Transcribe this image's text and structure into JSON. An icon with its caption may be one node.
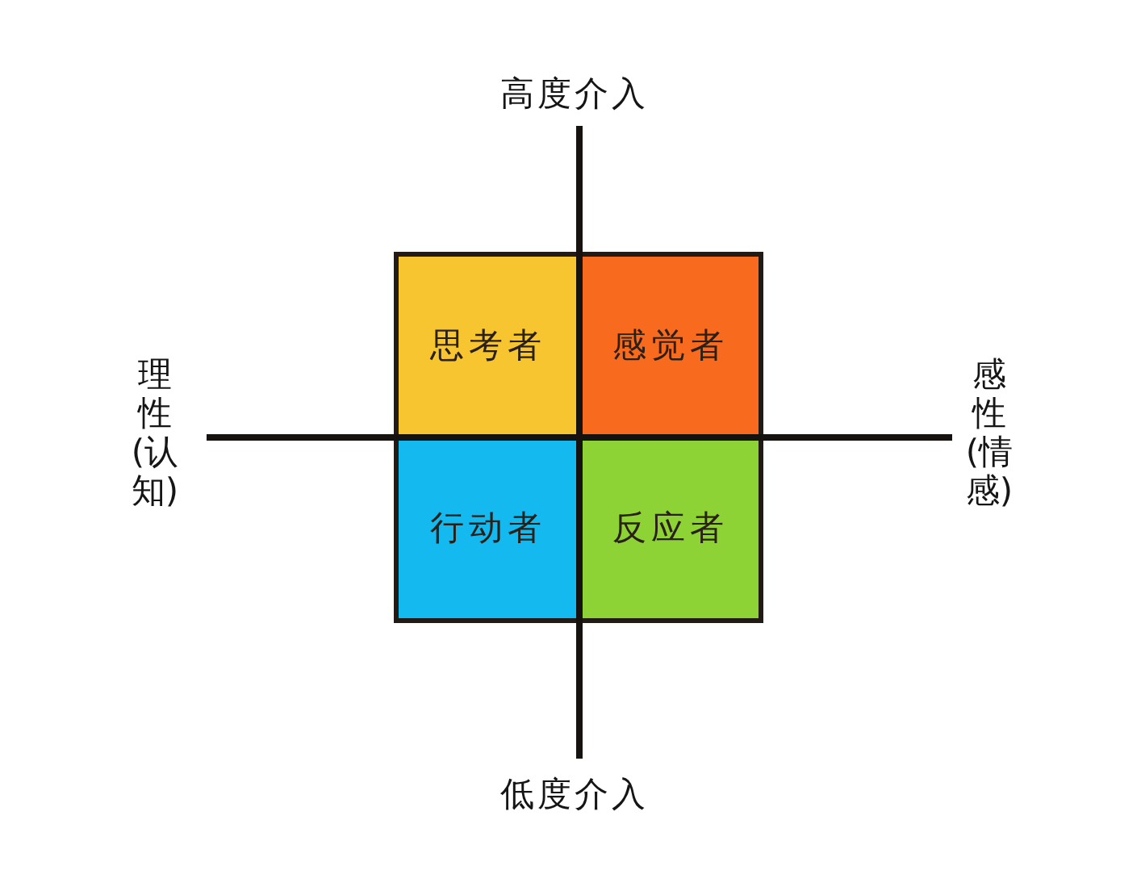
{
  "diagram": {
    "nodes": [
      {
        "text": [
          "思考者"
        ]
      },
      {
        "text": [
          "感觉者"
        ]
      },
      {
        "text": [
          "行动者"
        ]
      },
      {
        "text": [
          "反应者"
        ]
      }
    ],
    "labels": [
      "高度介入",
      "理性(认知)",
      "感性(情感)",
      "低度介入"
    ]
  }
}
